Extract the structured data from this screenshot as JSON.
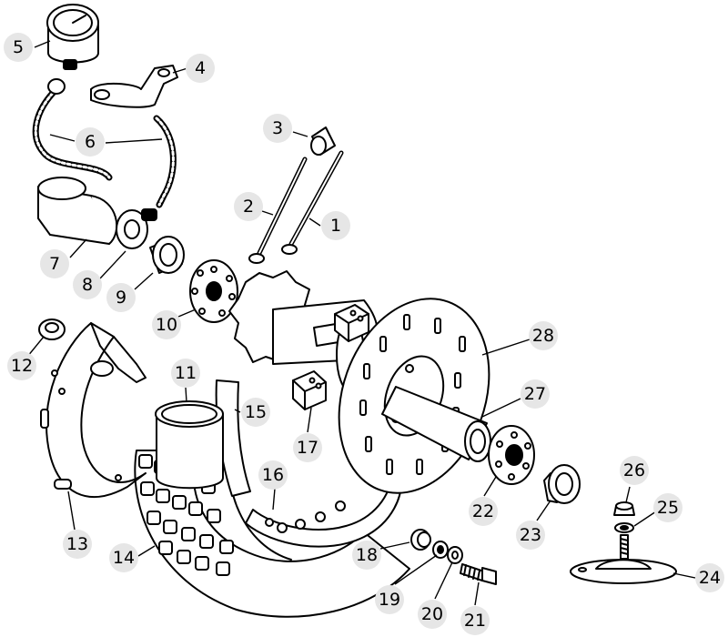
{
  "callouts": [
    {
      "n": "1"
    },
    {
      "n": "2"
    },
    {
      "n": "3"
    },
    {
      "n": "4"
    },
    {
      "n": "5"
    },
    {
      "n": "6"
    },
    {
      "n": "7"
    },
    {
      "n": "8"
    },
    {
      "n": "9"
    },
    {
      "n": "10"
    },
    {
      "n": "11"
    },
    {
      "n": "12"
    },
    {
      "n": "13"
    },
    {
      "n": "14"
    },
    {
      "n": "15"
    },
    {
      "n": "16"
    },
    {
      "n": "17"
    },
    {
      "n": "18"
    },
    {
      "n": "19"
    },
    {
      "n": "20"
    },
    {
      "n": "21"
    },
    {
      "n": "22"
    },
    {
      "n": "23"
    },
    {
      "n": "24"
    },
    {
      "n": "25"
    },
    {
      "n": "26"
    },
    {
      "n": "27"
    },
    {
      "n": "28"
    }
  ],
  "colors": {
    "line": "#000000",
    "callout_bg": "#e6e6e6",
    "background": "#ffffff"
  }
}
